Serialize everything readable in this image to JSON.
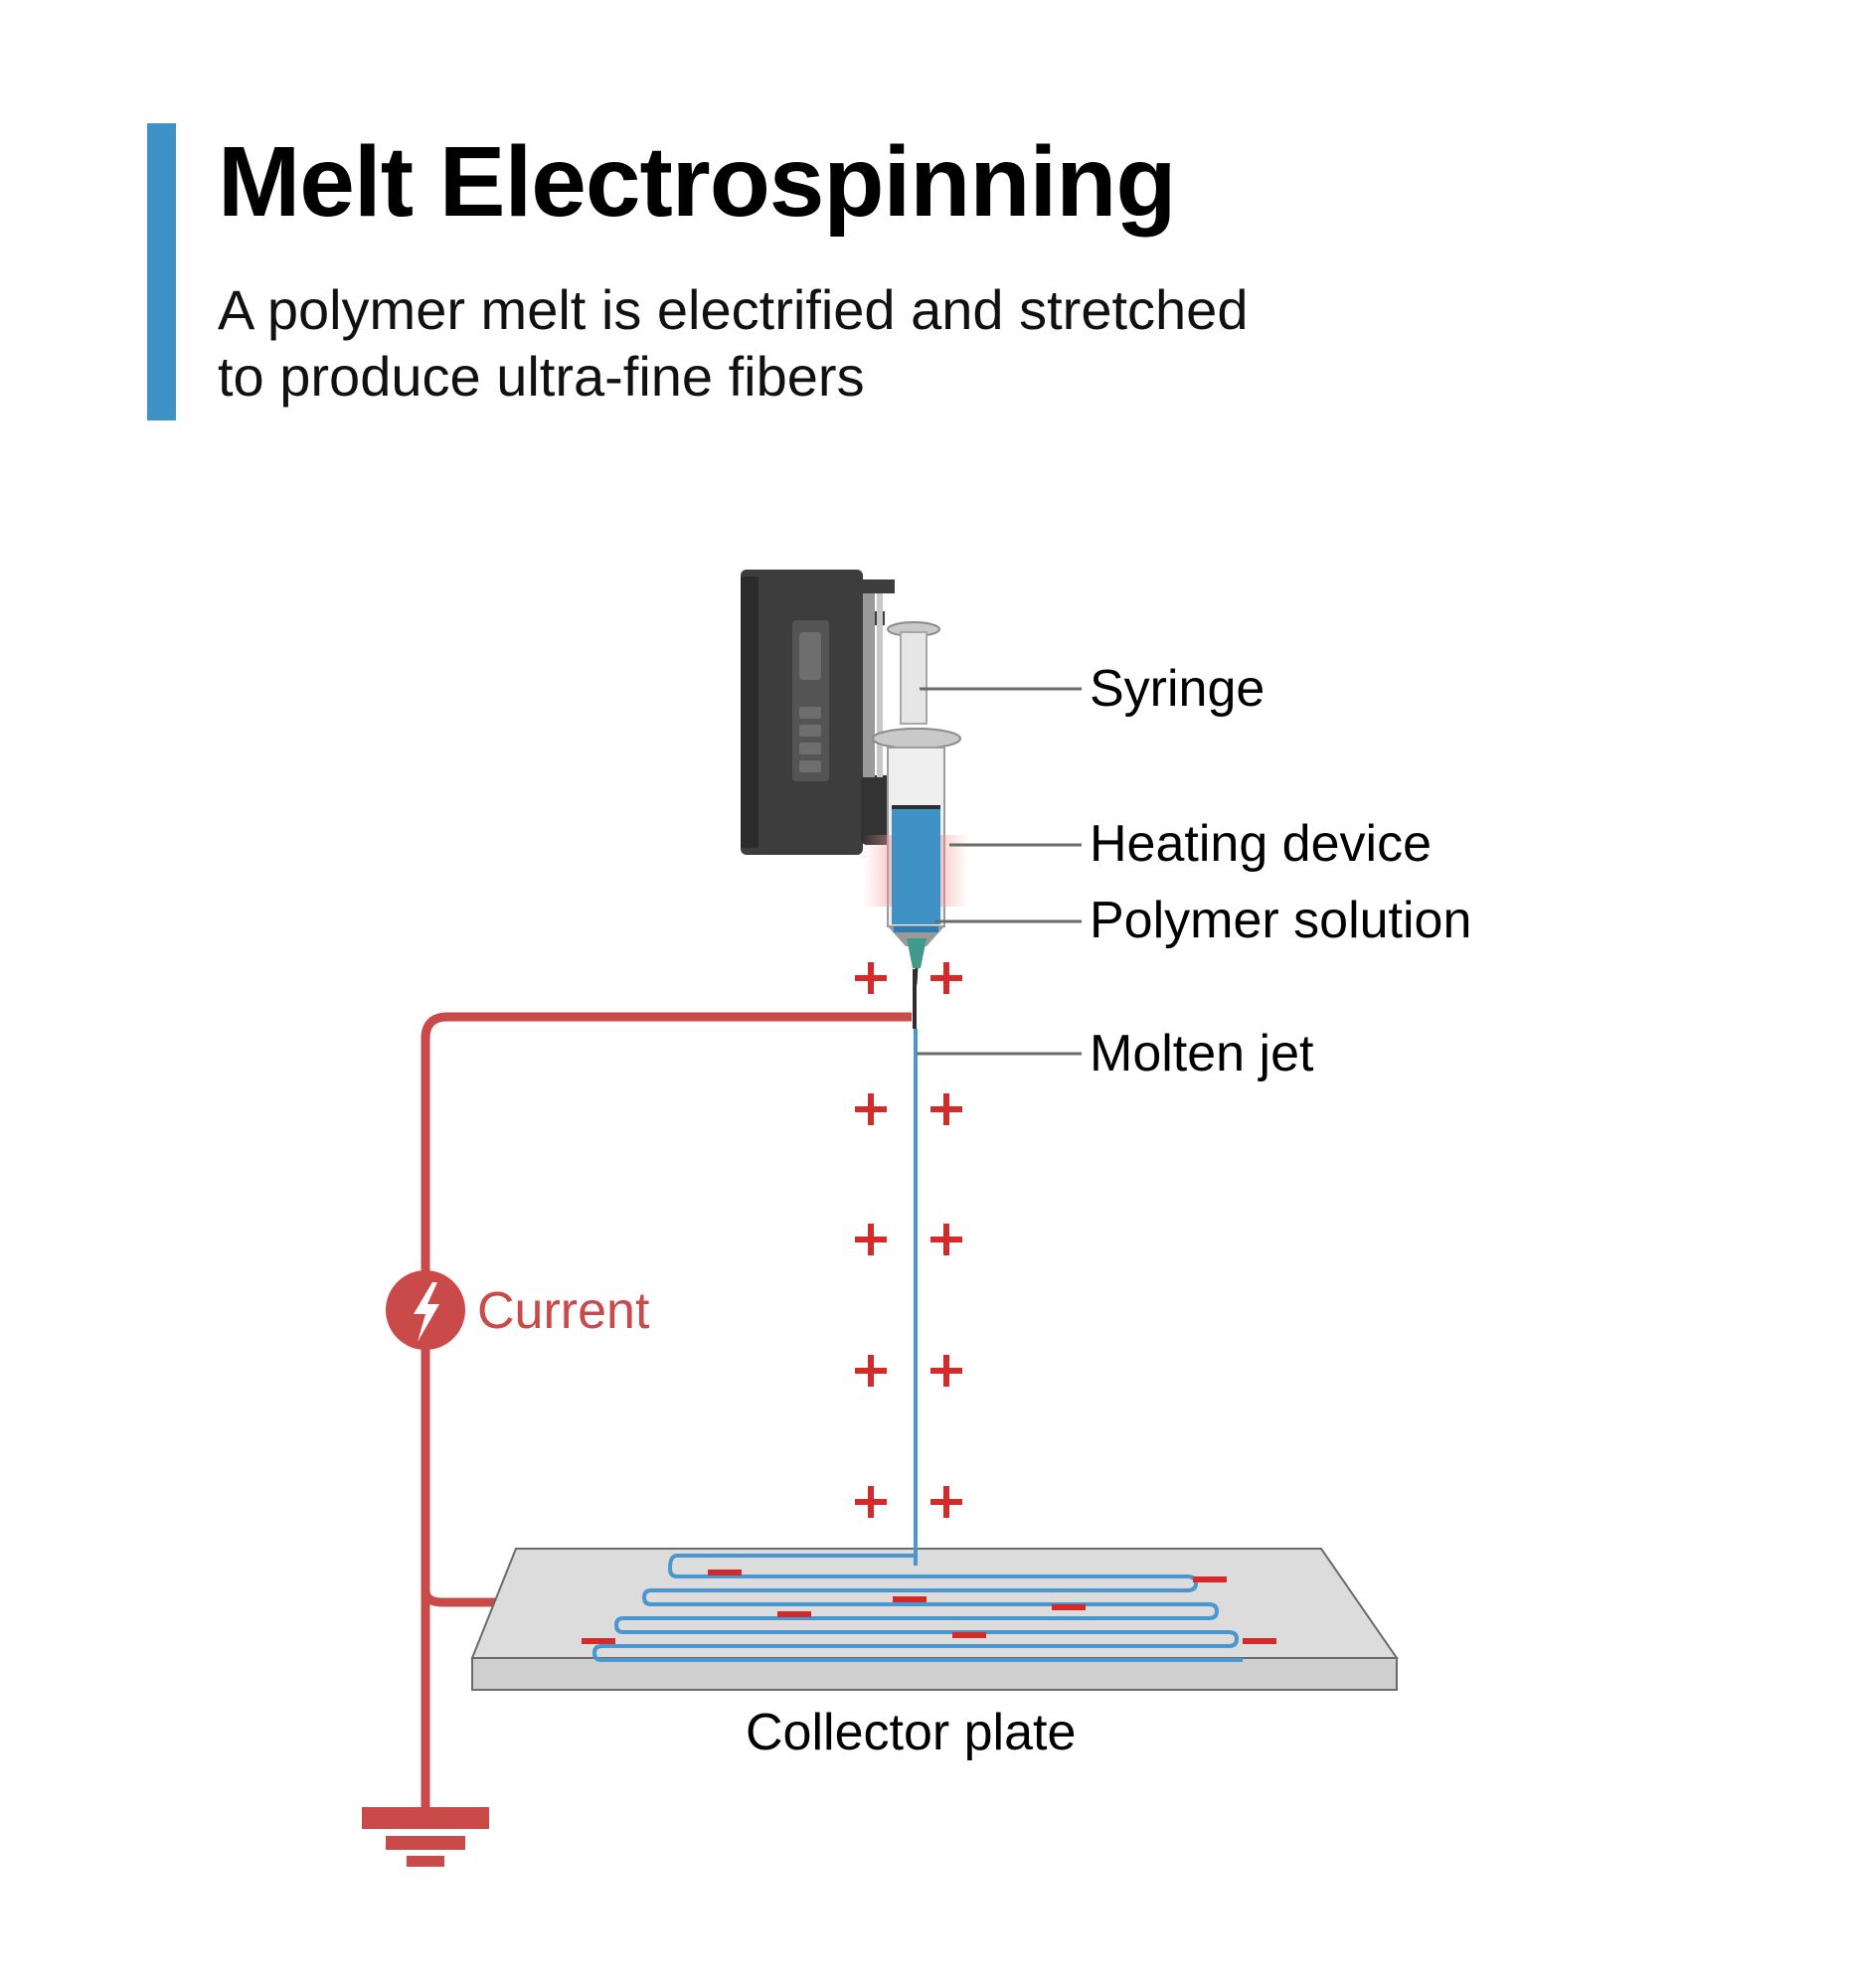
{
  "header": {
    "title": "Melt Electrospinning",
    "subtitle_line1": "A polymer melt is electrified and stretched",
    "subtitle_line2": "to produce ultra-fine fibers"
  },
  "labels": {
    "syringe": "Syringe",
    "heating_device": "Heating device",
    "polymer_solution": "Polymer solution",
    "molten_jet": "Molten jet",
    "current": "Current",
    "collector_plate": "Collector plate"
  },
  "colors": {
    "accent_bar": "#3f92c6",
    "wire": "#c94a48",
    "charge": "#d42a2a",
    "jet": "#4a97cf",
    "pump_body": "#3d3d3d",
    "plate_top": "#dcdcdc",
    "plate_side": "#cfcfcf"
  },
  "icons": {
    "current_source": "lightning-bolt-icon",
    "ground": "ground-symbol-icon"
  }
}
